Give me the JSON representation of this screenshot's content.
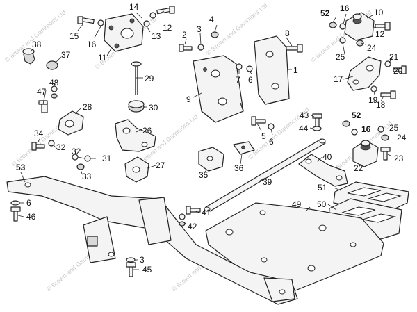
{
  "watermark_text": "© Brown and Gammons Ltd",
  "callouts": [
    {
      "id": "c52a",
      "text": "52",
      "bold": true
    },
    {
      "id": "c16a",
      "text": "16",
      "bold": true
    },
    {
      "id": "c10",
      "text": "10"
    },
    {
      "id": "c12a",
      "text": "12"
    },
    {
      "id": "c14",
      "text": "14"
    },
    {
      "id": "c12b",
      "text": "12"
    },
    {
      "id": "c15",
      "text": "15"
    },
    {
      "id": "c16b",
      "text": "16"
    },
    {
      "id": "c13",
      "text": "13"
    },
    {
      "id": "c11",
      "text": "11"
    },
    {
      "id": "c4",
      "text": "4"
    },
    {
      "id": "c2",
      "text": "2"
    },
    {
      "id": "c3a",
      "text": "3"
    },
    {
      "id": "c8",
      "text": "8"
    },
    {
      "id": "c38",
      "text": "38"
    },
    {
      "id": "c37",
      "text": "37"
    },
    {
      "id": "c25a",
      "text": "25"
    },
    {
      "id": "c24a",
      "text": "24"
    },
    {
      "id": "c21",
      "text": "21"
    },
    {
      "id": "c20",
      "text": "20"
    },
    {
      "id": "c1",
      "text": "1"
    },
    {
      "id": "c17",
      "text": "17"
    },
    {
      "id": "c7",
      "text": "7"
    },
    {
      "id": "c6a",
      "text": "6"
    },
    {
      "id": "c29",
      "text": "29"
    },
    {
      "id": "c9",
      "text": "9"
    },
    {
      "id": "c47",
      "text": "47"
    },
    {
      "id": "c48",
      "text": "48"
    },
    {
      "id": "c19",
      "text": "19"
    },
    {
      "id": "c18",
      "text": "18"
    },
    {
      "id": "c30",
      "text": "30"
    },
    {
      "id": "c28",
      "text": "28"
    },
    {
      "id": "c43",
      "text": "43"
    },
    {
      "id": "c52b",
      "text": "52",
      "bold": true
    },
    {
      "id": "c44",
      "text": "44"
    },
    {
      "id": "c16c",
      "text": "16",
      "bold": true
    },
    {
      "id": "c5",
      "text": "5"
    },
    {
      "id": "c25b",
      "text": "25"
    },
    {
      "id": "c24b",
      "text": "24"
    },
    {
      "id": "c6b",
      "text": "6"
    },
    {
      "id": "c26",
      "text": "26"
    },
    {
      "id": "c34",
      "text": "34"
    },
    {
      "id": "c32a",
      "text": "32"
    },
    {
      "id": "c32b",
      "text": "32"
    },
    {
      "id": "c31",
      "text": "31"
    },
    {
      "id": "c40",
      "text": "40"
    },
    {
      "id": "c27",
      "text": "27"
    },
    {
      "id": "c33",
      "text": "33"
    },
    {
      "id": "c36",
      "text": "36"
    },
    {
      "id": "c35",
      "text": "35"
    },
    {
      "id": "c23",
      "text": "23"
    },
    {
      "id": "c22",
      "text": "22"
    },
    {
      "id": "c53",
      "text": "53",
      "bold": true
    },
    {
      "id": "c39",
      "text": "39"
    },
    {
      "id": "c51",
      "text": "51"
    },
    {
      "id": "c49",
      "text": "49"
    },
    {
      "id": "c50",
      "text": "50"
    },
    {
      "id": "c6c",
      "text": "6"
    },
    {
      "id": "c41",
      "text": "41"
    },
    {
      "id": "c46",
      "text": "46"
    },
    {
      "id": "c42",
      "text": "42"
    },
    {
      "id": "c3b",
      "text": "3"
    },
    {
      "id": "c45",
      "text": "45"
    }
  ]
}
